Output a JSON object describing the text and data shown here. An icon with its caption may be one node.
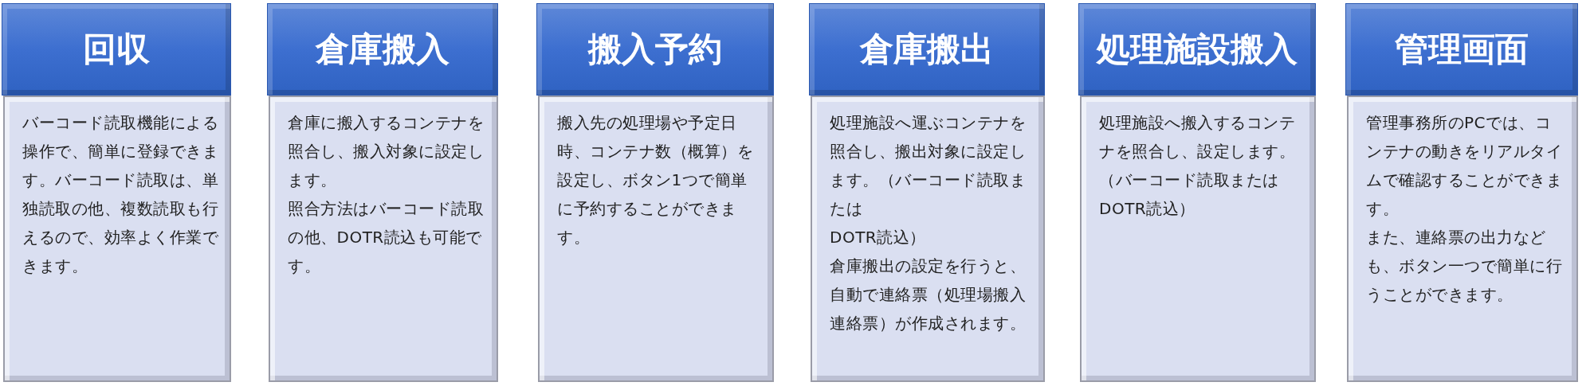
{
  "diagram": {
    "nodes": [
      {
        "text": [
          "回収"
        ]
      },
      {
        "text": [
          "バーコード読取機能による操作で、簡単に登録できます。バーコード読取は、単独読取の他、複数読取も行えるので、効率よく作業できます。"
        ]
      },
      {
        "text": [
          "倉庫搬入"
        ]
      },
      {
        "text": [
          "倉庫に搬入するコンテナを照合し、搬入対象に設定します。",
          "照合方法はバーコード読取の他、DOTR読込も可能です。"
        ]
      },
      {
        "text": [
          "搬入予約"
        ]
      },
      {
        "text": [
          "搬入先の処理場や予定日時、コンテナ数（概算）を設定し、ボタン1つで簡単に予約することができます。"
        ]
      },
      {
        "text": [
          "倉庫搬出"
        ]
      },
      {
        "text": [
          "処理施設へ運ぶコンテナを照合し、搬出対象に設定します。（バーコード読取または",
          "DOTR読込）",
          "倉庫搬出の設定を行うと、自動で連絡票（処理場搬入連絡票）が作成されます。"
        ]
      },
      {
        "text": [
          "処理施設搬入"
        ]
      },
      {
        "text": [
          "処理施設へ搬入するコンテナを照合し、設定します。（バーコード読取またはDOTR読込）"
        ]
      },
      {
        "text": [
          "管理画面"
        ]
      },
      {
        "text": [
          "管理事務所のPCでは、コンテナの動きをリアルタイムで確認することができます。",
          "また、連絡票の出力なども、ボタン一つで簡単に行うことができます。"
        ]
      }
    ]
  }
}
